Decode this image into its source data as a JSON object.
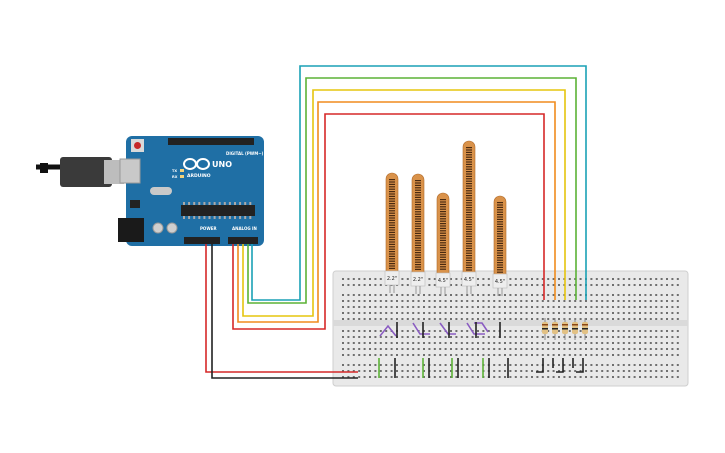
{
  "arduino": {
    "brand": "ARDUINO",
    "model": "UNO",
    "header_digital": "DIGITAL (PWM~)",
    "header_power": "POWER",
    "header_analog": "ANALOG IN",
    "led_tx": "TX",
    "led_rx": "RX"
  },
  "sensors": [
    {
      "label": "2.2\""
    },
    {
      "label": "2.2\""
    },
    {
      "label": "4.5\""
    },
    {
      "label": "4.5\""
    },
    {
      "label": "4.5\""
    }
  ],
  "resistor_count": 5,
  "colors": {
    "board": "#1f6fa5",
    "breadboard": "#e9e9e9",
    "wire_red": "#d62828",
    "wire_black": "#222222",
    "wire_teal": "#1aa1b5",
    "wire_green": "#5bb236",
    "wire_yellow": "#e5c50e",
    "wire_orange": "#f08c1e",
    "wire_purple": "#8a5cc2",
    "sensor_body": "#d9924a"
  }
}
